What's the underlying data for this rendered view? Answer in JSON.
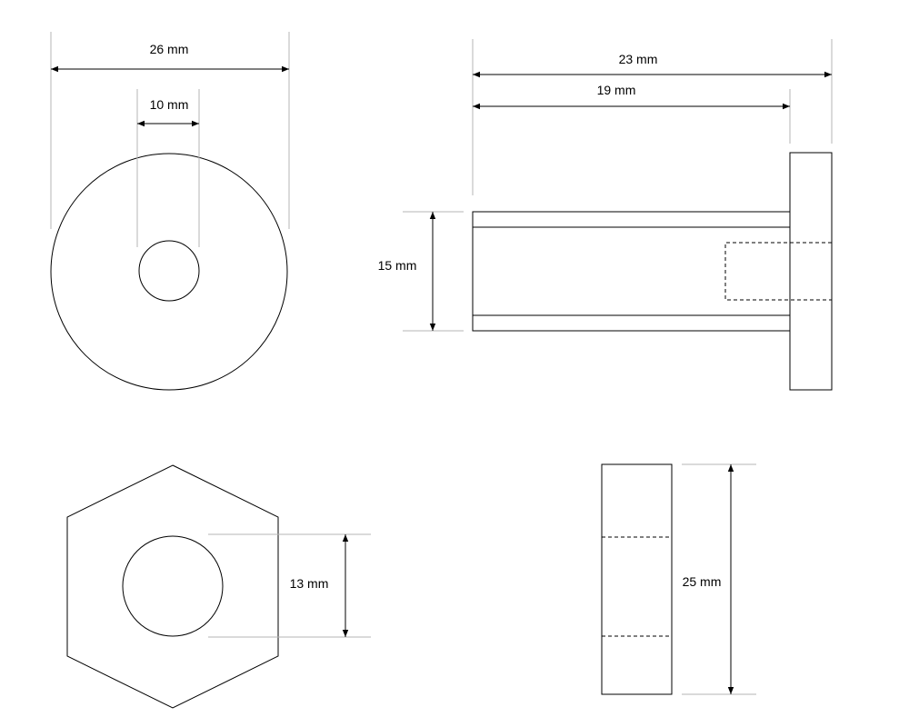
{
  "dimensions": {
    "flange_outer_diameter": "26 mm",
    "bore_diameter": "10 mm",
    "overall_length": "23 mm",
    "shank_length": "19 mm",
    "shank_diameter": "15 mm",
    "nut_bore_diameter": "13 mm",
    "nut_thickness": "25 mm"
  },
  "colors": {
    "outline": "#000000",
    "extension_line": "#b4b4b4",
    "background": "#ffffff"
  }
}
